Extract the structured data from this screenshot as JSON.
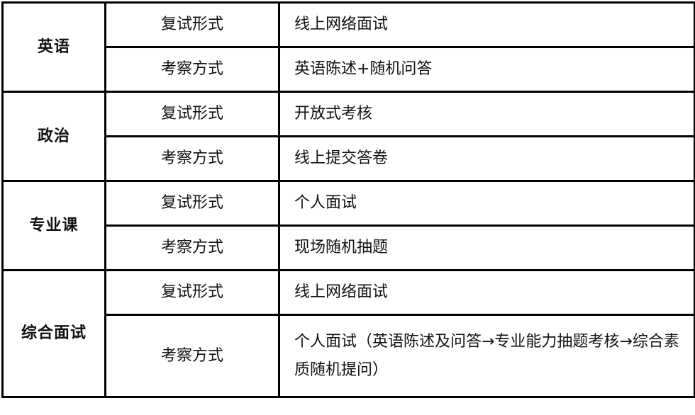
{
  "table": {
    "groups": [
      {
        "subject": "英语",
        "rows": [
          {
            "field": "复试形式",
            "value": "线上网络面试"
          },
          {
            "field": "考察方式",
            "value": "英语陈述+随机问答"
          }
        ]
      },
      {
        "subject": "政治",
        "rows": [
          {
            "field": "复试形式",
            "value": "开放式考核"
          },
          {
            "field": "考察方式",
            "value": "线上提交答卷"
          }
        ]
      },
      {
        "subject": "专业课",
        "rows": [
          {
            "field": "复试形式",
            "value": "个人面试"
          },
          {
            "field": "考察方式",
            "value": "现场随机抽题"
          }
        ]
      },
      {
        "subject": "综合面试",
        "rows": [
          {
            "field": "复试形式",
            "value": "线上网络面试"
          },
          {
            "field": "考察方式",
            "value": "个人面试（英语陈述及问答→专业能力抽题考核→综合素质随机提问）"
          }
        ]
      }
    ]
  }
}
